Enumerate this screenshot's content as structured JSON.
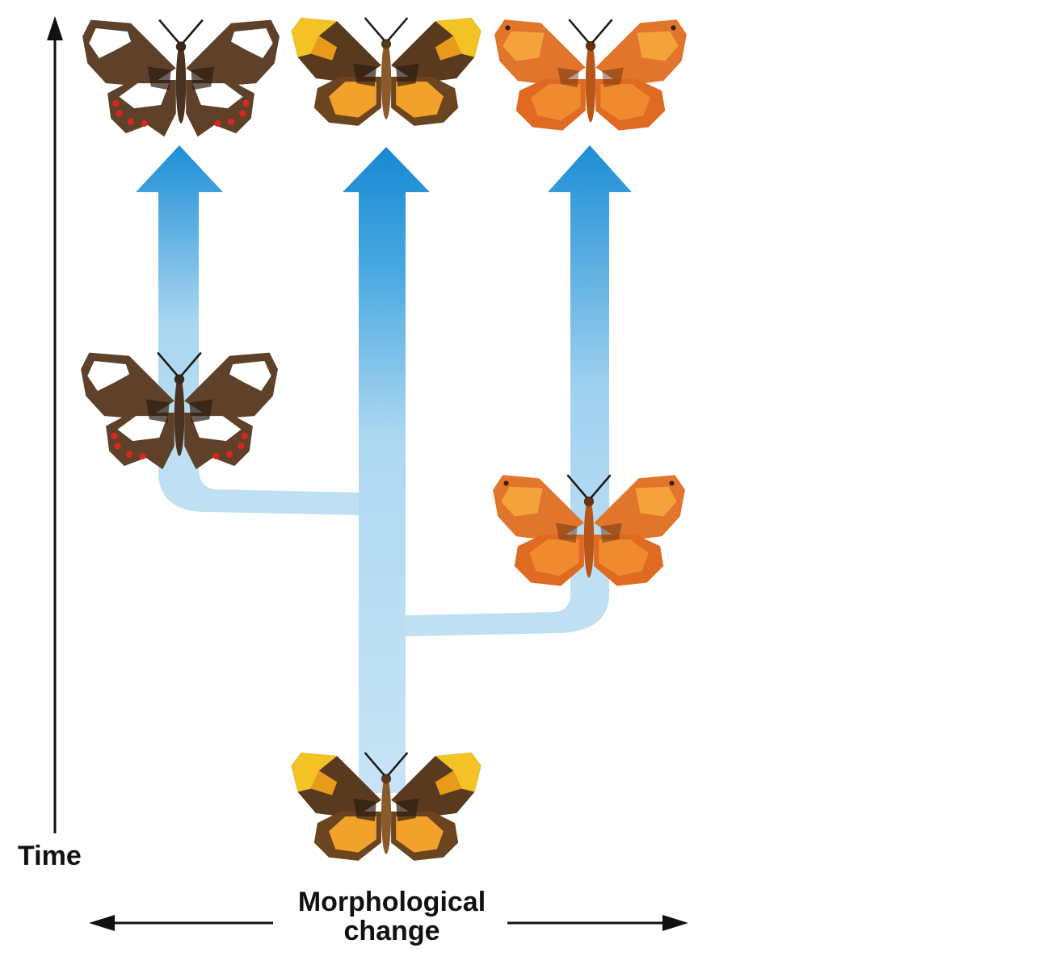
{
  "axes": {
    "time_label": "Time",
    "morph_label_line1": "Morphological",
    "morph_label_line2": "change"
  },
  "colors": {
    "branch_light": "#bfe0f3",
    "branch_dark": "#1c8ed6",
    "axis": "#111111"
  },
  "butterflies": [
    {
      "id": "ancestor",
      "style": "yellow-brown"
    },
    {
      "id": "left-intermediate",
      "style": "white-banded"
    },
    {
      "id": "right-intermediate",
      "style": "orange"
    },
    {
      "id": "left-descendant",
      "style": "white-banded"
    },
    {
      "id": "middle-descendant",
      "style": "yellow-brown"
    },
    {
      "id": "right-descendant",
      "style": "orange"
    }
  ]
}
